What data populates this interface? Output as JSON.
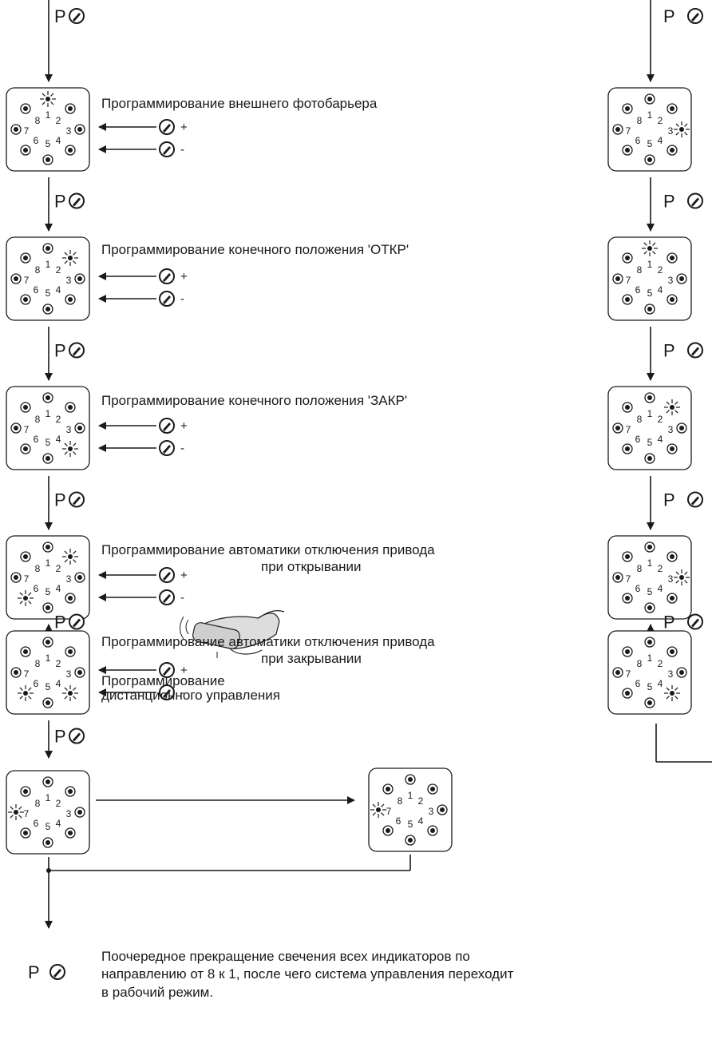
{
  "p_label": "P",
  "plus": "+",
  "minus": "-",
  "led_numbers": [
    "1",
    "2",
    "3",
    "4",
    "5",
    "6",
    "7",
    "8"
  ],
  "steps": [
    {
      "line1": "Программирование внешнего фотобарьера",
      "line2": "",
      "active": [
        1
      ]
    },
    {
      "line1": "Программирование конечного положения 'ОТКР'",
      "line2": "",
      "active": [
        2
      ]
    },
    {
      "line1": "Программирование конечного положения 'ЗАКР'",
      "line2": "",
      "active": [
        4
      ]
    },
    {
      "line1": "Программирование автоматики отключения привода",
      "line2": "при открывании",
      "active": [
        2,
        6
      ]
    },
    {
      "line1": "Программирование автоматики отключения привода",
      "line2": "при закрывании",
      "active": [
        4,
        6
      ]
    }
  ],
  "remote": {
    "line1": "Программирование",
    "line2": "дистанционного управления",
    "panel_active": [
      7
    ],
    "result_active": [
      7
    ]
  },
  "right_column": [
    {
      "active": [
        3
      ]
    },
    {
      "active": [
        1
      ]
    },
    {
      "active": [
        2
      ]
    },
    {
      "active": [
        3
      ]
    },
    {
      "active": [
        4
      ]
    }
  ],
  "final_text": [
    "Поочередное прекращение свечения всех индикаторов по",
    "направлению от 8 к 1, после чего система управления переходит",
    "в рабочий режим."
  ]
}
